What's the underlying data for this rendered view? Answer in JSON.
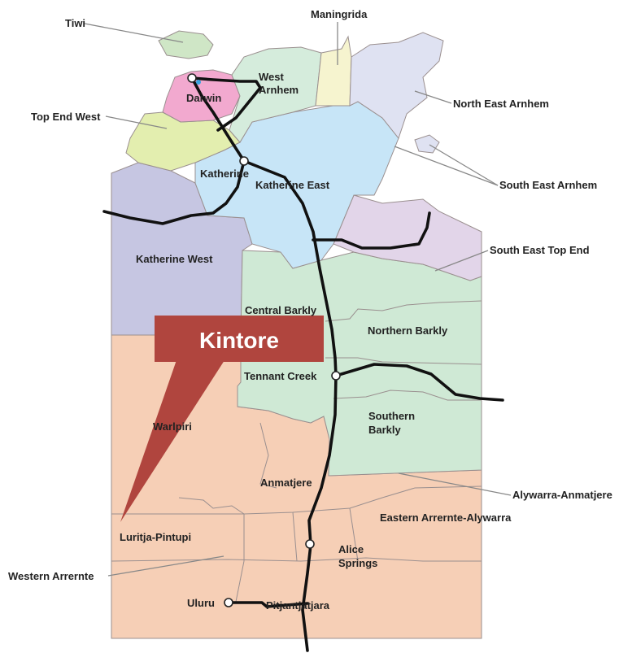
{
  "colors": {
    "tiwi": "#cfe6c6",
    "darwin": "#f2a9cf",
    "west_arnhem": "#d5ecdc",
    "maningrida": "#f6f4cf",
    "north_east_arnhem": "#dfe2f2",
    "top_end_west": "#e3eeaf",
    "katherine_east": "#c7e5f7",
    "south_east_top_end": "#e2d5e9",
    "katherine_west": "#c6c6e2",
    "barkly": "#cfe9d5",
    "southern": "#f6cfb6",
    "callout": "#b0453e",
    "road": "#111111"
  },
  "callout": {
    "label": "Kintore"
  },
  "regions": {
    "tiwi": "Tiwi",
    "maningrida": "Maningrida",
    "darwin": "Darwin",
    "west_arnhem_1": "West",
    "west_arnhem_2": "Arnhem",
    "north_east_arnhem": "North East Arnhem",
    "top_end_west": "Top End West",
    "katherine": "Katherine",
    "katherine_east": "Katherine East",
    "south_east_arnhem": "South East Arnhem",
    "south_east_top_end": "South East Top End",
    "katherine_west": "Katherine West",
    "central_barkly": "Central Barkly",
    "northern_barkly": "Northern Barkly",
    "tennant_creek": "Tennant Creek",
    "warlpiri": "Warlpiri",
    "southern_barkly_1": "Southern",
    "southern_barkly_2": "Barkly",
    "anmatjere": "Anmatjere",
    "alywarra_anmatjere": "Alywarra-Anmatjere",
    "eastern_arrernte": "Eastern Arrernte-Alywarra",
    "luritja_pintupi": "Luritja-Pintupi",
    "alice_springs_1": "Alice",
    "alice_springs_2": "Springs",
    "western_arrernte": "Western Arrernte",
    "uluru": "Uluru",
    "pitjantjatjara": "Pitjantjatjara"
  }
}
